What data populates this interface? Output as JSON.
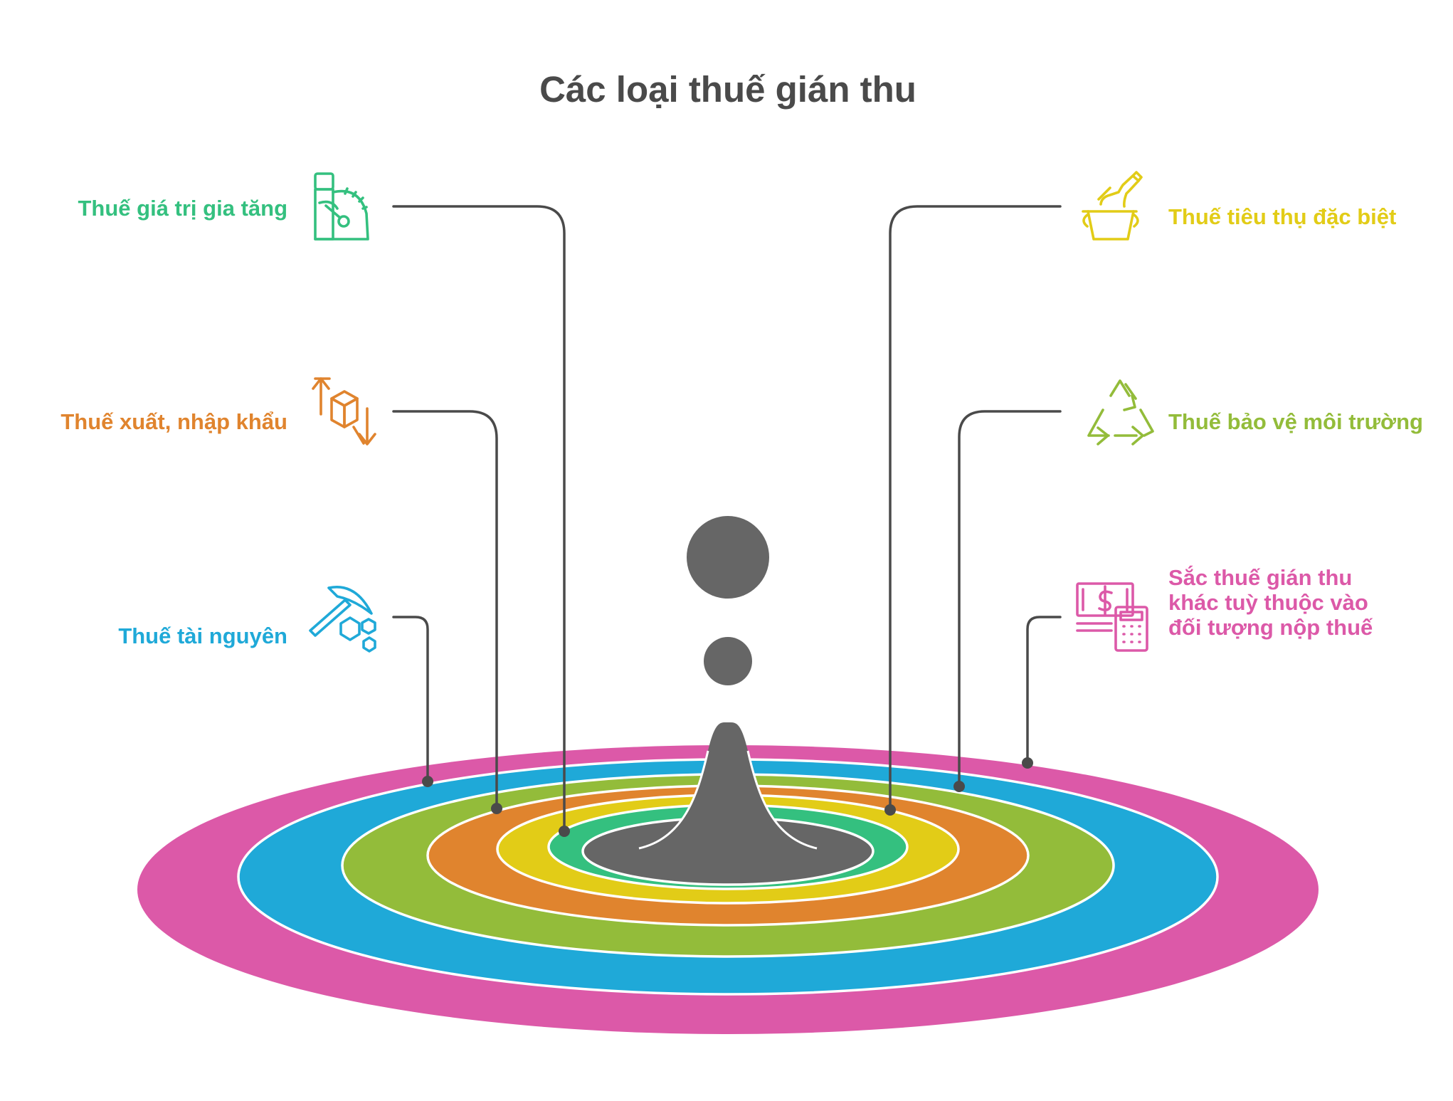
{
  "title": "Các loại thuế gián thu",
  "colors": {
    "gray": "#666666",
    "connector": "#4a4a4a",
    "pink": "#DC59A8",
    "blue": "#1FA9D8",
    "green": "#93BC3A",
    "orange": "#E0842E",
    "yellow": "#E2CC17",
    "teal": "#34C07F",
    "title": "#4a4a4a"
  },
  "items": [
    {
      "key": "vat",
      "side": "left",
      "label": "Thuế giá trị gia tăng",
      "color": "#34C07F",
      "icon": "cash-register-icon",
      "ring": "teal"
    },
    {
      "key": "import-export",
      "side": "left",
      "label": "Thuế xuất, nhập khẩu",
      "color": "#E0842E",
      "icon": "box-arrows-icon",
      "ring": "orange"
    },
    {
      "key": "resource",
      "side": "left",
      "label": "Thuế tài nguyên",
      "color": "#1FA9D8",
      "icon": "pickaxe-icon",
      "ring": "blue"
    },
    {
      "key": "special-consumption",
      "side": "right",
      "label": "Thuế tiêu thụ đặc biệt",
      "color": "#E2CC17",
      "icon": "ice-bucket-bottle-icon",
      "ring": "yellow"
    },
    {
      "key": "environment",
      "side": "right",
      "label": "Thuế bảo vệ môi trường",
      "color": "#93BC3A",
      "icon": "recycle-icon",
      "ring": "green"
    },
    {
      "key": "other",
      "side": "right",
      "label_lines": [
        "Sắc thuế gián thu",
        "khác tuỳ thuộc vào",
        "đối tượng nộp thuế"
      ],
      "color": "#DC59A8",
      "icon": "money-calculator-icon",
      "ring": "pink"
    }
  ]
}
